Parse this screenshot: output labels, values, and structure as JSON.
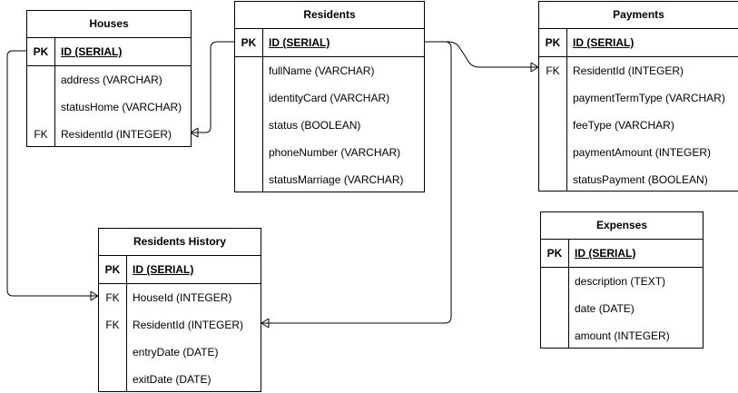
{
  "entities": {
    "houses": {
      "title": "Houses",
      "rows": [
        {
          "key": "PK",
          "field": "ID (SERIAL)"
        },
        {
          "key": "",
          "field": "address (VARCHAR)"
        },
        {
          "key": "",
          "field": "statusHome (VARCHAR)"
        },
        {
          "key": "FK",
          "field": "ResidentId (INTEGER)"
        }
      ]
    },
    "residents": {
      "title": "Residents",
      "rows": [
        {
          "key": "PK",
          "field": "ID (SERIAL)"
        },
        {
          "key": "",
          "field": "fullName (VARCHAR)"
        },
        {
          "key": "",
          "field": "identityCard (VARCHAR)"
        },
        {
          "key": "",
          "field": "status (BOOLEAN)"
        },
        {
          "key": "",
          "field": "phoneNumber (VARCHAR)"
        },
        {
          "key": "",
          "field": "statusMarriage (VARCHAR)"
        }
      ]
    },
    "payments": {
      "title": "Payments",
      "rows": [
        {
          "key": "PK",
          "field": "ID (SERIAL)"
        },
        {
          "key": "FK",
          "field": "ResidentId (INTEGER)"
        },
        {
          "key": "",
          "field": "paymentTermType (VARCHAR)"
        },
        {
          "key": "",
          "field": "feeType (VARCHAR)"
        },
        {
          "key": "",
          "field": "paymentAmount (INTEGER)"
        },
        {
          "key": "",
          "field": "statusPayment (BOOLEAN)"
        }
      ]
    },
    "expenses": {
      "title": "Expenses",
      "rows": [
        {
          "key": "PK",
          "field": "ID (SERIAL)"
        },
        {
          "key": "",
          "field": "description (TEXT)"
        },
        {
          "key": "",
          "field": "date (DATE)"
        },
        {
          "key": "",
          "field": "amount (INTEGER)"
        }
      ]
    },
    "residents_history": {
      "title": "Residents History",
      "rows": [
        {
          "key": "PK",
          "field": "ID (SERIAL)"
        },
        {
          "key": "FK",
          "field": "HouseId (INTEGER)"
        },
        {
          "key": "FK",
          "field": "ResidentId (INTEGER)"
        },
        {
          "key": "",
          "field": "entryDate (DATE)"
        },
        {
          "key": "",
          "field": "exitDate (DATE)"
        }
      ]
    }
  }
}
